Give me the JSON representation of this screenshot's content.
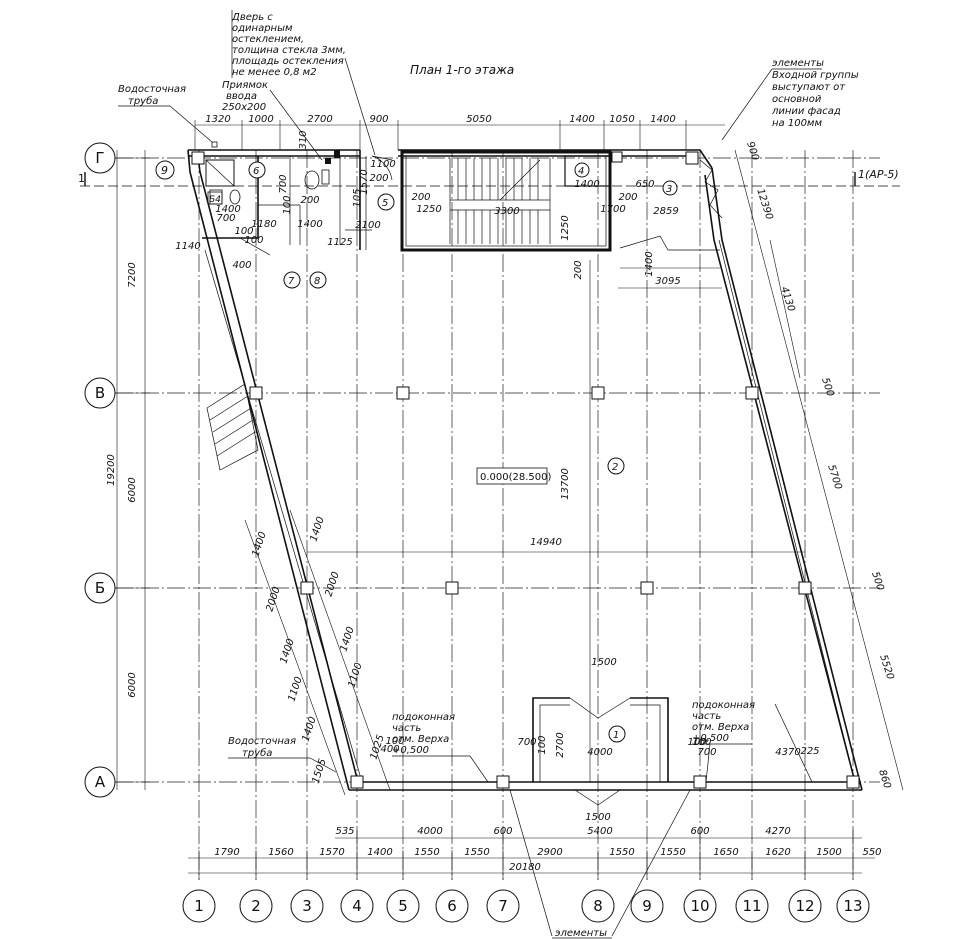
{
  "title": "План 1-го этажа",
  "axes_x": [
    "1",
    "2",
    "3",
    "4",
    "5",
    "6",
    "7",
    "8",
    "9",
    "10",
    "11",
    "12",
    "13"
  ],
  "axes_y": [
    "Г",
    "В",
    "Б",
    "А"
  ],
  "section_mark_left": "1",
  "section_mark_right": "1(АР-5)",
  "level_mark": "0.000(28.500)",
  "room_tags": [
    "1",
    "2",
    "3",
    "4",
    "5",
    "6",
    "7",
    "8",
    "9",
    "Б4"
  ],
  "notes": {
    "drain_top": "Водосточная труба",
    "drain_top_l1": "Водосточная",
    "drain_top_l2": "труба",
    "drain_bottom_l1": "Водосточная",
    "drain_bottom_l2": "труба",
    "pit_l1": "Приямок",
    "pit_l2": "ввода",
    "pit_l3": "250х200",
    "door_l1": "Дверь с",
    "door_l2": "одинарным",
    "door_l3": "остеклением,",
    "door_l4": "толщина стекла 3мм,",
    "door_l5": "площадь остекления",
    "door_l6": "не менее 0,8 м2",
    "entry_l1": "элементы",
    "entry_l2": "Входной группы",
    "entry_l3": "выступают от",
    "entry_l4": "основной",
    "entry_l5": "линии фасад",
    "entry_l6": "на 100мм",
    "sill_left_l1": "подоконная",
    "sill_left_l2": "часть",
    "sill_left_l3": "отм. Верха",
    "sill_left_l4": "+0,500",
    "sill_right_l1": "подоконная",
    "sill_right_l2": "часть",
    "sill_right_l3": "отм. Верха",
    "sill_right_l4": "+0,500",
    "bottom_elements": "элементы"
  },
  "dims": {
    "top_chain": [
      "1320",
      "1000",
      "2700",
      "900",
      "5050",
      "1400",
      "1050",
      "1400"
    ],
    "bottom_chain": [
      "1790",
      "1560",
      "1570",
      "1400",
      "1550",
      "1550",
      "2900",
      "1550",
      "1550",
      "1650",
      "1620",
      "1500",
      "550"
    ],
    "bottom_total": "20180",
    "bottom_mid": [
      "535",
      "4000",
      "600",
      "5400",
      "600",
      "4270"
    ],
    "left_outer": [
      "7200",
      "6000",
      "6000"
    ],
    "left_total": "19200",
    "diag_left": [
      "1400",
      "1400",
      "2000",
      "2000",
      "1400",
      "1400",
      "1100",
      "1100",
      "1400",
      "1025",
      "1505"
    ],
    "right_diag": [
      "900",
      "12390",
      "4130",
      "500",
      "5700",
      "500",
      "5520",
      "860",
      "225",
      "4370"
    ],
    "interior": [
      "1100",
      "200",
      "200",
      "1250",
      "3300",
      "1400",
      "1250",
      "200",
      "650",
      "200",
      "2859",
      "1700",
      "1400",
      "3095",
      "2100",
      "1125",
      "1400",
      "100",
      "1180",
      "100",
      "1140",
      "400",
      "1570",
      "700",
      "100",
      "105",
      "310",
      "700",
      "400",
      "100",
      "700",
      "2700",
      "4000",
      "1500",
      "1500",
      "100",
      "100",
      "100",
      "700",
      "13700",
      "14940",
      "1400",
      "200"
    ]
  }
}
